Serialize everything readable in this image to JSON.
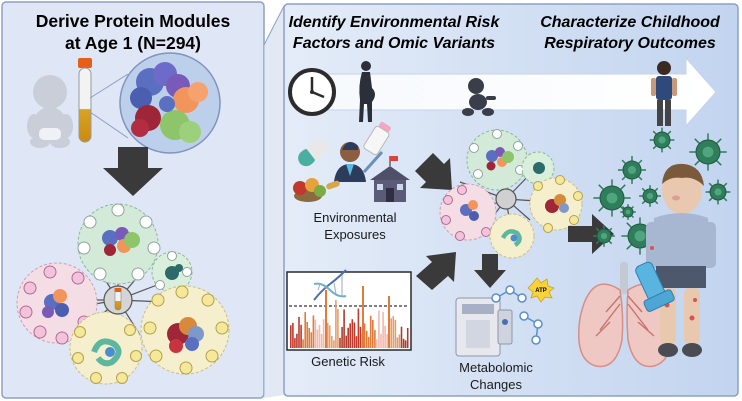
{
  "left_panel": {
    "title_line1": "Derive Protein Modules",
    "title_line2": "at Age 1 (N=294)"
  },
  "right_panel": {
    "heading_left_line1": "Identify Environmental Risk",
    "heading_left_line2": "Factors and Omic Variants",
    "heading_right_line1": "Characterize Childhood",
    "heading_right_line2": "Respiratory Outcomes",
    "env_label_line1": "Environmental",
    "env_label_line2": "Exposures",
    "genetic_label": "Genetic Risk",
    "metab_label_line1": "Metabolomic",
    "metab_label_line2": "Changes",
    "atp_badge": "ATP"
  },
  "colors": {
    "left_panel_bg": "#dfe6f5",
    "right_panel_bg": "#d2e0f4",
    "panel_border": "#8da0c4",
    "arrow": "#3a3a3a",
    "virus": "#2f7d5a"
  },
  "icons": [
    "baby-icon",
    "blood-tube-icon",
    "protein-cluster-icon",
    "protein-network-icon",
    "clock-icon",
    "timeline-arrow-icon",
    "pregnant-woman-icon",
    "toddler-icon",
    "child-icon",
    "pill-icon",
    "baby-bottle-icon",
    "doctor-icon",
    "school-icon",
    "food-icon",
    "dna-icon",
    "manhattan-plot-icon",
    "mass-spectrometer-icon",
    "molecule-icon",
    "virus-icon",
    "lungs-icon",
    "inhaler-icon",
    "sick-child-icon"
  ]
}
